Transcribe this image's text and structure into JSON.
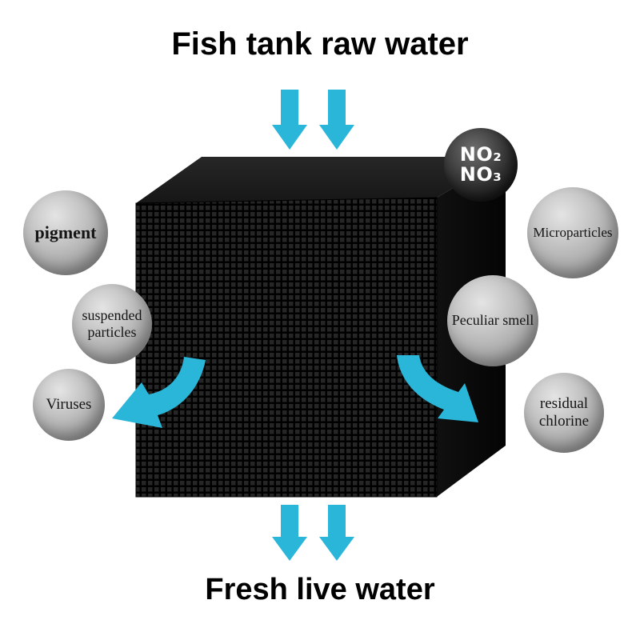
{
  "diagram": {
    "top_title": "Fish tank raw water",
    "bottom_title": "Fresh live water",
    "colors": {
      "arrow": "#2ab6d8",
      "cube_front": "#101010",
      "cube_top": "#1d1d1d",
      "cube_side": "#0a0a0a",
      "bubble_gray": "#adadad",
      "chem_bubble_dark": "#1a1a1a"
    },
    "bubbles": {
      "pigment": {
        "lines": [
          "pigment"
        ]
      },
      "suspended_particles": {
        "lines": [
          "suspended",
          "particles"
        ]
      },
      "viruses": {
        "lines": [
          "Viruses"
        ]
      },
      "nitrite_nitrate": {
        "lines": [
          "NO₂",
          "NO₃"
        ]
      },
      "microparticles": {
        "lines": [
          "Microparticles"
        ]
      },
      "peculiar_smell": {
        "lines": [
          "Peculiar smell"
        ]
      },
      "residual_chlorine": {
        "lines": [
          "residual",
          "chlorine"
        ]
      }
    }
  }
}
